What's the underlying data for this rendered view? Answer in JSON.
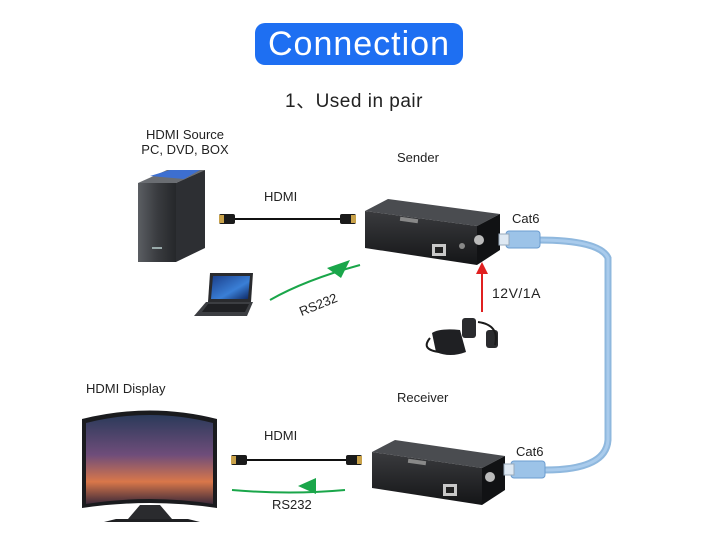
{
  "title": "Connection",
  "subtitle": "1、Used in pair",
  "source": {
    "line1": "HDMI Source",
    "line2": "PC, DVD, BOX"
  },
  "sender_label": "Sender",
  "receiver_label": "Receiver",
  "display_label": "HDMI Display",
  "hdmi_top": "HDMI",
  "hdmi_bottom": "HDMI",
  "rs232_top": "RS232",
  "rs232_bottom": "RS232",
  "cat6_top": "Cat6",
  "cat6_bottom": "Cat6",
  "power_label": "12V/1A",
  "colors": {
    "title_bg": "#1e6ff2",
    "cable_blue": "#8fb8de",
    "arrow_green": "#1aa64a",
    "arrow_red": "#e02020"
  },
  "icons": [
    "pc-tower-icon",
    "laptop-icon",
    "monitor-icon",
    "power-adapter-icon",
    "extender-device-icon",
    "hdmi-cable-icon",
    "rj45-plug-icon"
  ]
}
